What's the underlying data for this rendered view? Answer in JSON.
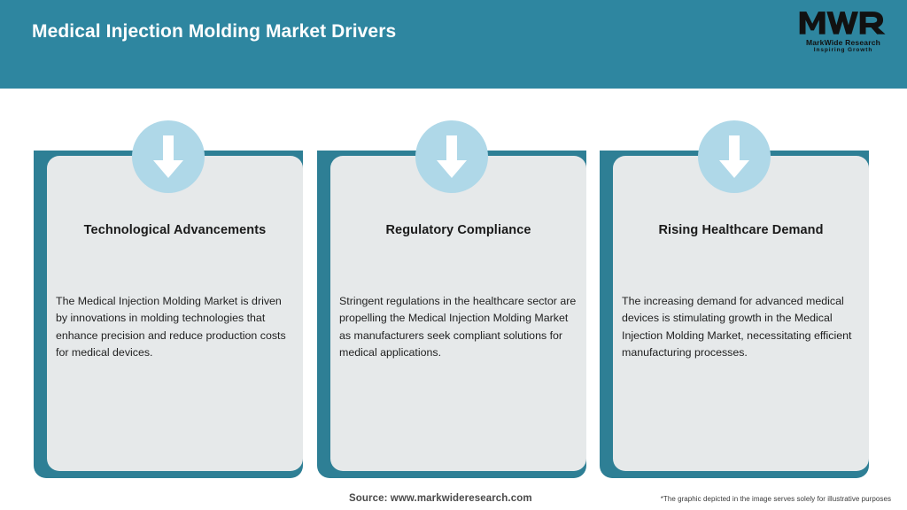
{
  "header": {
    "title": "Medical Injection Molding Market Drivers",
    "background_color": "#2E86A0",
    "title_color": "#FFFFFF",
    "logo": {
      "mark": "MWR",
      "name": "MarkWide Research",
      "tagline": "Inspiring Growth"
    }
  },
  "theme": {
    "teal_frame": "#2E7F95",
    "card_background": "#E6E9EA",
    "badge_circle": "#AFD8E8",
    "arrow": "#FFFFFF",
    "page_background": "#FFFFFF"
  },
  "cards": [
    {
      "icon": "down-arrow-icon",
      "title": "Technological Advancements",
      "body": "The Medical Injection Molding Market is driven by innovations in molding technologies that enhance precision and reduce production costs for medical devices."
    },
    {
      "icon": "down-arrow-icon",
      "title": "Regulatory Compliance",
      "body": "Stringent regulations in the healthcare sector are propelling the Medical Injection Molding Market as manufacturers seek compliant solutions for medical applications."
    },
    {
      "icon": "down-arrow-icon",
      "title": "Rising Healthcare Demand",
      "body": "The increasing demand for advanced medical devices is stimulating growth in the Medical Injection Molding Market, necessitating efficient manufacturing processes."
    }
  ],
  "footer": {
    "source": "Source: www.markwideresearch.com",
    "disclaimer": "*The graphic depicted in the image serves solely for illustrative purposes"
  }
}
